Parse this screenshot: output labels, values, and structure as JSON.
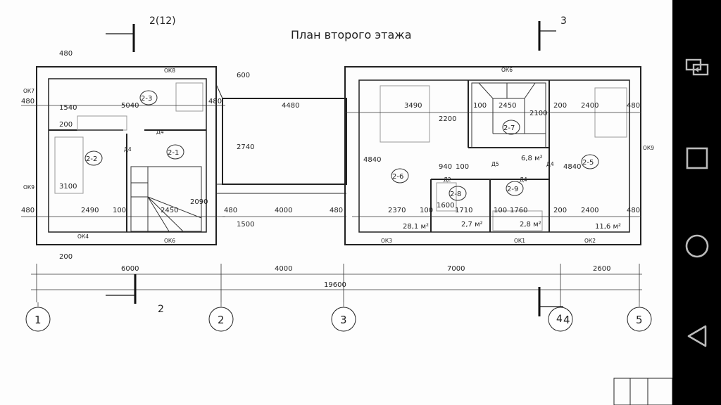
{
  "drawing": {
    "title": "План второго этажа",
    "section_marks": {
      "top_left": "2(12)",
      "top_right": "3",
      "bottom_left": "2",
      "bottom_right": "4"
    },
    "axes": [
      "1",
      "2",
      "3",
      "4",
      "5"
    ],
    "overall_dims": {
      "a1_2": "6000",
      "a2_3": "4000",
      "a3_4": "7000",
      "a4_5": "2600",
      "total": "19600"
    },
    "rooms": {
      "r23": "2-3",
      "r22": "2-2",
      "r21": "2-1",
      "r26": "2-6",
      "r27": "2-7",
      "r28": "2-8",
      "r29": "2-9",
      "r25": "2-5"
    },
    "areas": {
      "a26": "28,1 м²",
      "a27": "6,8 м²",
      "a28": "2,7 м²",
      "a29": "2,8 м²",
      "a25": "11,6 м²"
    },
    "windows": {
      "ok8": "ОК8",
      "ok7": "ОК7",
      "ok9l": "ОК9",
      "ok4": "ОК4",
      "ok6b": "ОК6",
      "ok6t": "ОК6",
      "ok3": "ОК3",
      "ok1": "ОК1",
      "ok2": "ОК2",
      "ok9r": "ОК9"
    },
    "doors": {
      "d4a": "Д4",
      "d4b": "Д4",
      "d5": "Д5",
      "d2": "Д2",
      "d4c": "Д4",
      "d4d": "Д4"
    },
    "dims": {
      "v480a": "480",
      "v480b": "480",
      "v480c": "480",
      "v480d": "480",
      "v480e": "480",
      "v480f": "480",
      "v480g": "480",
      "v480h": "480",
      "d5040": "5040",
      "d1540": "1540",
      "d200a": "200",
      "d3100": "3100",
      "d2490": "2490",
      "d100a": "100",
      "d2450": "2450",
      "d2090": "2090",
      "d600": "600",
      "d4480": "4480",
      "d2740": "2740",
      "d4000": "4000",
      "d1500": "1500",
      "d3490": "3490",
      "d2200": "2200",
      "d4840a": "4840",
      "d940": "940",
      "d100b": "100",
      "d1600": "1600",
      "d2370": "2370",
      "d100c": "100",
      "d1710": "1710",
      "d100d": "100",
      "d1760": "1760",
      "d100e": "100",
      "d2450b": "2450",
      "d2100": "2100",
      "d200b": "200",
      "d2400a": "2400",
      "d4840b": "4840",
      "d200c": "200",
      "d2400b": "2400",
      "d200d": "200"
    }
  },
  "navbar": {
    "items": [
      {
        "name": "screen-mirror-icon"
      },
      {
        "name": "recents-square-icon"
      },
      {
        "name": "home-circle-icon"
      },
      {
        "name": "back-triangle-icon"
      }
    ]
  }
}
